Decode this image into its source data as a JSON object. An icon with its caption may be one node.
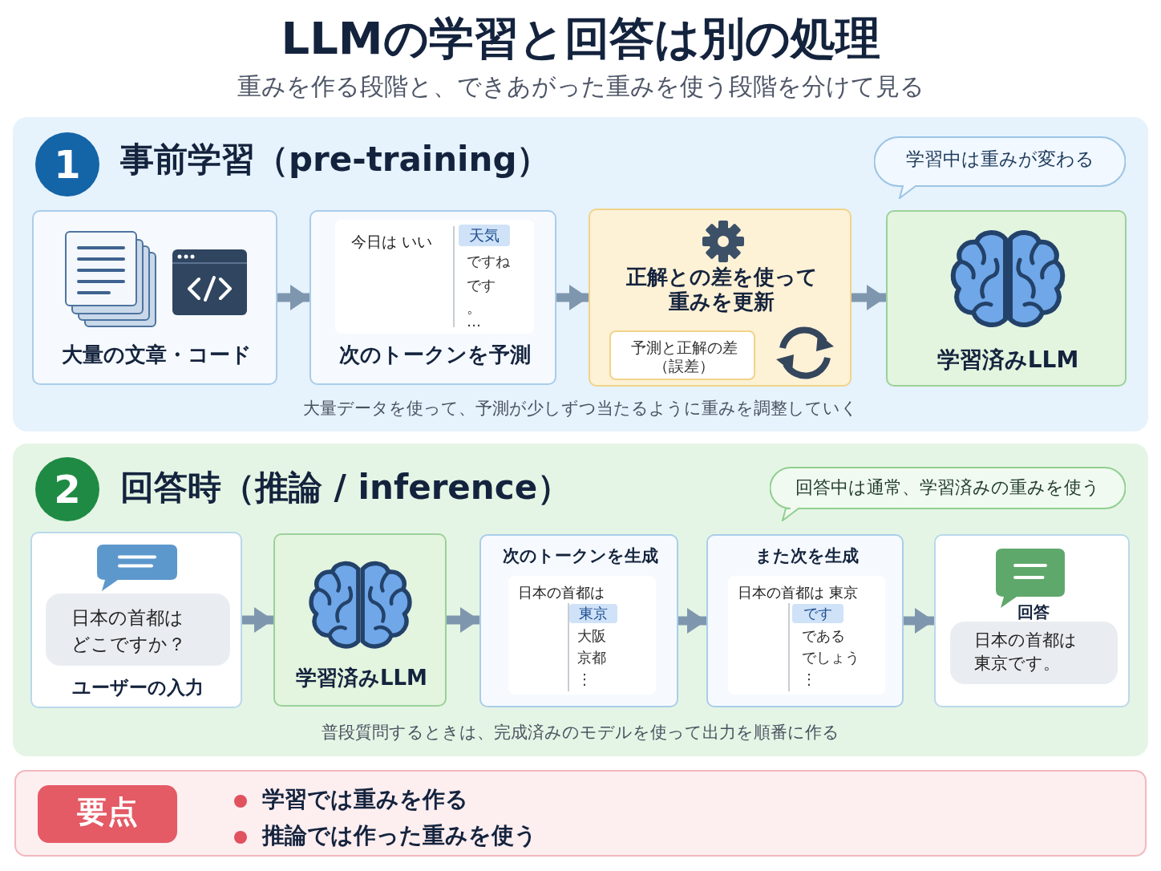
{
  "diagram": {
    "title": "LLMの学習と回答は別の処理",
    "nodes": [
      {
        "text": [
          "1",
          "事前学習（pre-training）",
          "大量データを使って、予測が少しずつ当たるように重みを調整していく"
        ]
      },
      {
        "text": [
          "学習中は重みが変わる"
        ],
        "in": 0
      },
      {
        "text": [
          "大量の文章・コード"
        ],
        "in": 0
      },
      {
        "text": [
          "次のトークンを予測"
        ],
        "in": 0
      },
      {
        "text": [
          "今日は いい",
          "天気",
          "ですね",
          "です",
          "。",
          "…"
        ],
        "in": 3
      },
      {
        "text": [
          "正解との差を使って重みを更新"
        ],
        "in": 0
      },
      {
        "text": [
          "予測と正解の差（誤差）"
        ],
        "in": 5
      },
      {
        "text": [
          "学習済みLLM"
        ],
        "in": 0
      },
      {
        "text": [
          "2",
          "回答時（推論 / inference）",
          "普段質問するときは、完成済みのモデルを使って出力を順番に作る"
        ]
      },
      {
        "text": [
          "回答中は通常、学習済みの重みを使う"
        ],
        "in": 8
      },
      {
        "text": [
          "ユーザーの入力"
        ],
        "in": 8
      },
      {
        "text": [
          "日本の首都はどこですか？"
        ],
        "in": 10
      },
      {
        "text": [
          "学習済みLLM"
        ],
        "in": 8
      },
      {
        "text": [
          "次のトークンを生成"
        ],
        "in": 8
      },
      {
        "text": [
          "日本の首都は",
          "東京",
          "大阪",
          "京都",
          "⋮"
        ],
        "in": 13
      },
      {
        "text": [
          "また次を生成"
        ],
        "in": 8
      },
      {
        "text": [
          "日本の首都は 東京",
          "です",
          "である",
          "でしょう",
          "⋮"
        ],
        "in": 15
      },
      {
        "text": [
          "回答"
        ],
        "in": 8
      },
      {
        "text": [
          "日本の首都は東京です。"
        ],
        "in": 17
      },
      {
        "text": [
          "学習では重みを作る",
          "推論では作った重みを使う"
        ]
      },
      {
        "text": [
          "要点"
        ],
        "in": 19
      }
    ],
    "edges": [
      {
        "from": 2,
        "to": 3,
        "arrow": "to"
      },
      {
        "from": 3,
        "to": 5,
        "arrow": "to"
      },
      {
        "from": 5,
        "to": 7,
        "arrow": "to"
      },
      {
        "from": 10,
        "to": 12,
        "arrow": "to"
      },
      {
        "from": 12,
        "to": 13,
        "arrow": "to"
      },
      {
        "from": 13,
        "to": 15,
        "arrow": "to"
      },
      {
        "from": 15,
        "to": 17,
        "arrow": "to"
      }
    ],
    "labels": [
      "重みを作る段階と、できあがった重みを使う段階を分けて見る"
    ]
  }
}
